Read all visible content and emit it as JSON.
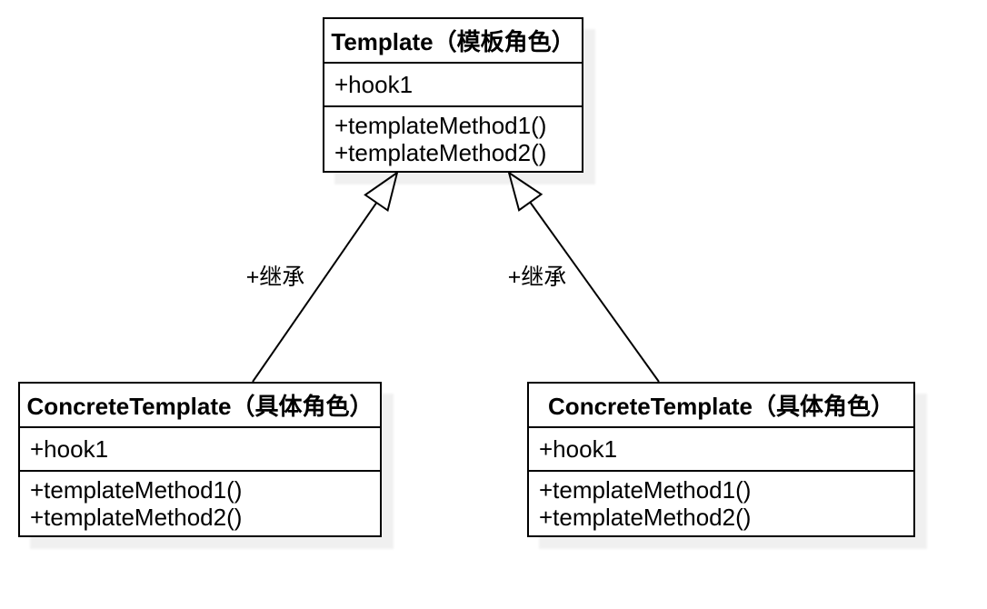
{
  "diagram": {
    "type": "uml-class-diagram",
    "pattern": "Template Method",
    "colors": {
      "stroke": "#000000",
      "fill": "#ffffff",
      "background": "#ffffff",
      "text": "#000000",
      "shadow": "rgba(0,0,0,0.06)"
    },
    "classes": [
      {
        "title": "Template（模板角色）",
        "attributes": [
          "+hook1"
        ],
        "methods": [
          "+templateMethod1()",
          "+templateMethod2()"
        ]
      },
      {
        "title": "ConcreteTemplate（具体角色）",
        "attributes": [
          "+hook1"
        ],
        "methods": [
          "+templateMethod1()",
          "+templateMethod2()"
        ]
      },
      {
        "title": "ConcreteTemplate（具体角色）",
        "attributes": [
          "+hook1"
        ],
        "methods": [
          "+templateMethod1()",
          "+templateMethod2()"
        ]
      }
    ],
    "edges": [
      {
        "type": "inheritance",
        "label": "+继承",
        "from": "ConcreteTemplate（具体角色） (left)",
        "to": "Template（模板角色）"
      },
      {
        "type": "inheritance",
        "label": "+继承",
        "from": "ConcreteTemplate（具体角色） (right)",
        "to": "Template（模板角色）"
      }
    ]
  }
}
